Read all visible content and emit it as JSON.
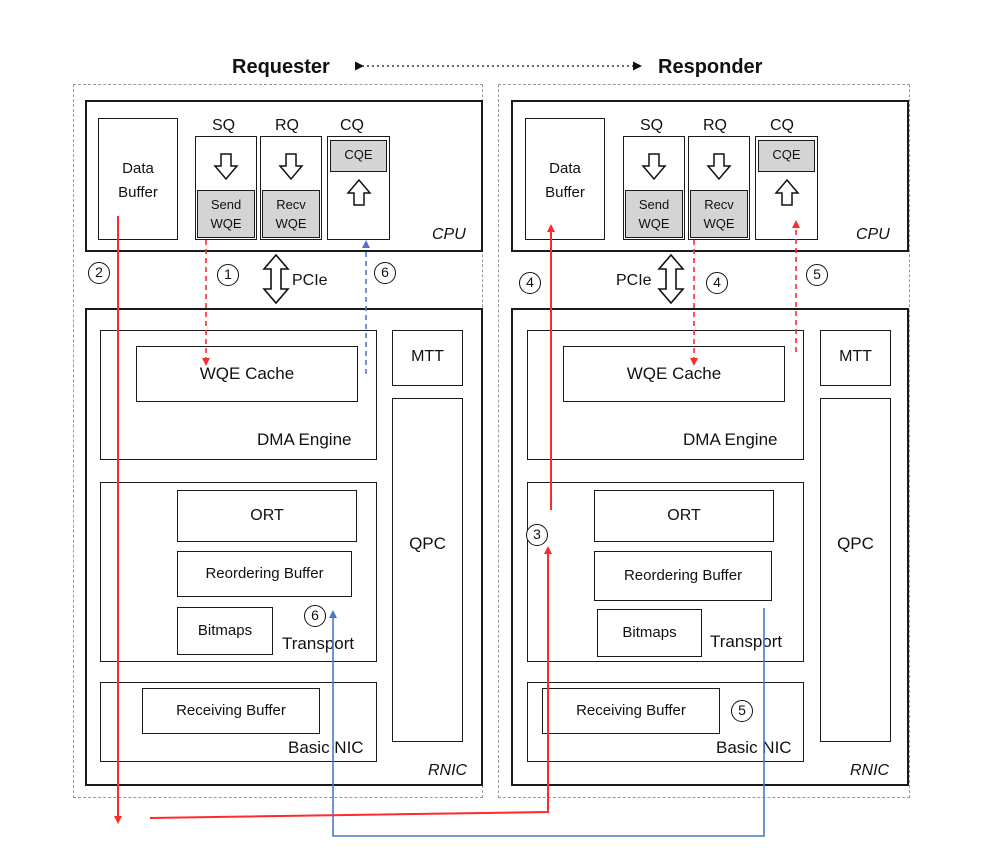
{
  "header": {
    "left": "Requester",
    "right": "Responder"
  },
  "requester": {
    "cpu_label": "CPU",
    "data_buffer": [
      "Data",
      "Buffer"
    ],
    "sq_title": "SQ",
    "rq_title": "RQ",
    "cq_title": "CQ",
    "send_wqe": [
      "Send",
      "WQE"
    ],
    "recv_wqe": [
      "Recv",
      "WQE"
    ],
    "cqe": "CQE",
    "pcie": "PCIe",
    "rnic_label": "RNIC",
    "mtt": "MTT",
    "wqe_cache": "WQE Cache",
    "dma_engine": "DMA Engine",
    "qpc": "QPC",
    "ort": "ORT",
    "reordering_buffer": "Reordering Buffer",
    "bitmaps": "Bitmaps",
    "transport": "Transport",
    "receiving_buffer": "Receiving Buffer",
    "basic_nic": "Basic NIC",
    "steps": {
      "s1": "1",
      "s2": "2",
      "s6a": "6",
      "s6b": "6"
    }
  },
  "responder": {
    "cpu_label": "CPU",
    "data_buffer": [
      "Data",
      "Buffer"
    ],
    "sq_title": "SQ",
    "rq_title": "RQ",
    "cq_title": "CQ",
    "send_wqe": [
      "Send",
      "WQE"
    ],
    "recv_wqe": [
      "Recv",
      "WQE"
    ],
    "cqe": "CQE",
    "pcie": "PCIe",
    "rnic_label": "RNIC",
    "mtt": "MTT",
    "wqe_cache": "WQE Cache",
    "dma_engine": "DMA Engine",
    "qpc": "QPC",
    "ort": "ORT",
    "reordering_buffer": "Reordering Buffer",
    "bitmaps": "Bitmaps",
    "transport": "Transport",
    "receiving_buffer": "Receiving Buffer",
    "basic_nic": "Basic NIC",
    "steps": {
      "s4a": "4",
      "s4b": "4",
      "s5a": "5",
      "s5b": "5",
      "s3": "3"
    }
  },
  "colors": {
    "red_path": "#ff2a2a",
    "blue_path": "#4a78c8",
    "wqe_fill": "#d4d4d4"
  }
}
